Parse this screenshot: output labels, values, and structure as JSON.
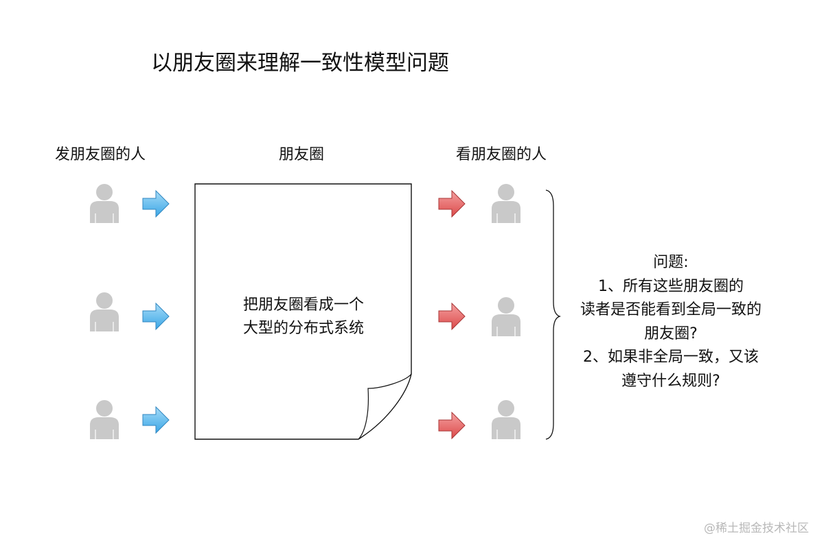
{
  "title": "以朋友圈来理解一致性模型问题",
  "columns": {
    "posters": "发朋友圈的人",
    "feed": "朋友圈",
    "readers": "看朋友圈的人"
  },
  "document_text": [
    "把朋友圈看成一个",
    "大型的分布式系统"
  ],
  "question_lines": [
    "问题:",
    "1、所有这些朋友圈的",
    "读者是否能看到全局一致的",
    "朋友圈?",
    "2、如果非全局一致，又该",
    "遵守什么规则?"
  ],
  "watermark": "@稀土掘金技术社区",
  "colors": {
    "person": "#c9c9c9",
    "arrow_in": "#5fb8ee",
    "arrow_out": "#e86b6b",
    "stroke": "#111111"
  },
  "icons": {
    "posters": "person-icon",
    "readers": "person-icon",
    "arrows_in": "arrow-right-icon",
    "arrows_out": "arrow-right-icon"
  }
}
